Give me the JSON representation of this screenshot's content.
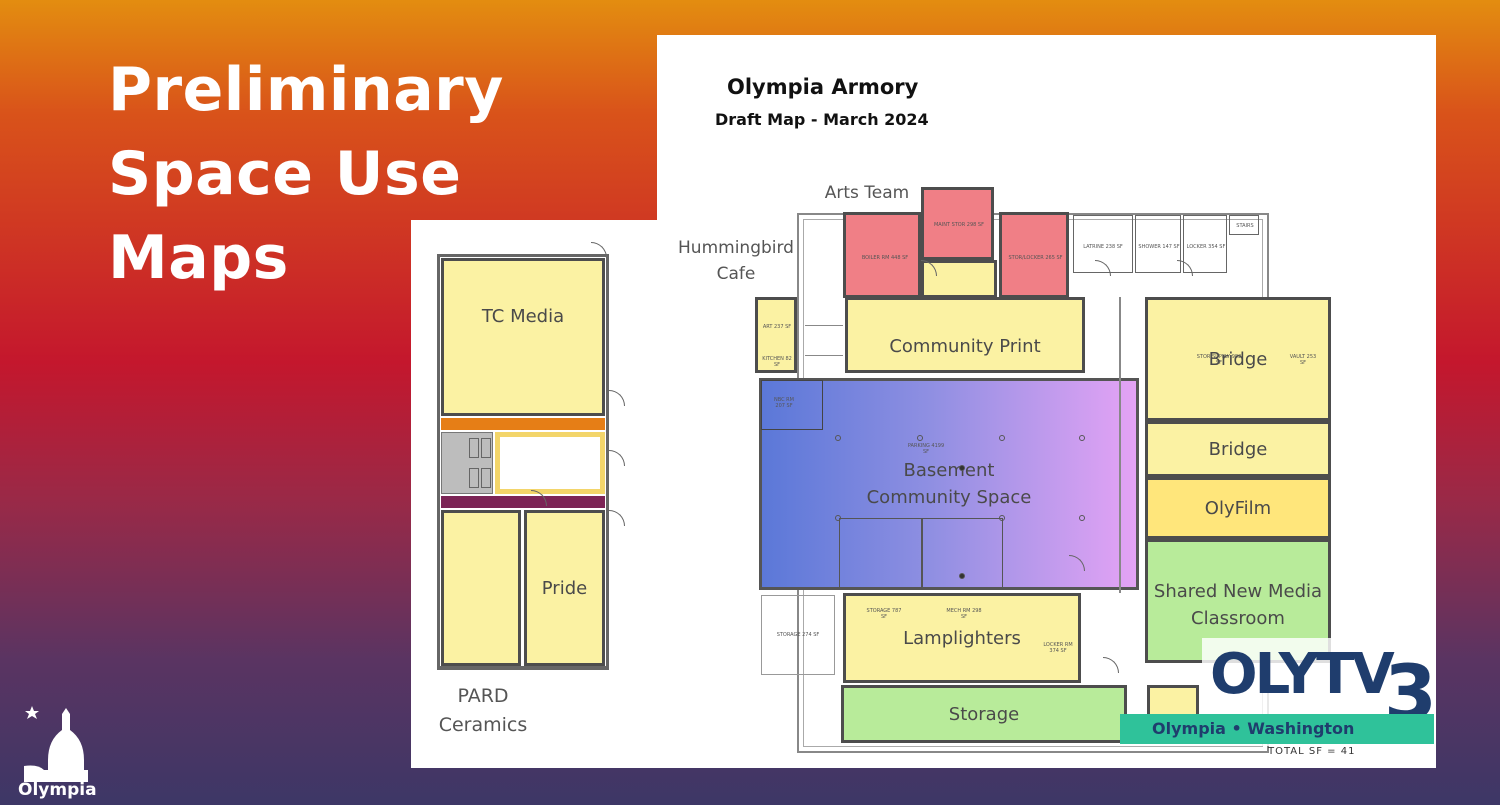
{
  "slide": {
    "title_lines": [
      "Preliminary",
      "Space Use",
      "Maps"
    ]
  },
  "left_map": {
    "rooms": {
      "tc_media": "TC Media",
      "pride": "Pride"
    },
    "pard": [
      "PARD",
      "Ceramics"
    ]
  },
  "right_map": {
    "title": "Olympia Armory",
    "subtitle": "Draft Map - March 2024",
    "outside_labels": {
      "arts_team": "Arts Team",
      "hummingbird": [
        "Hummingbird",
        "Cafe"
      ]
    },
    "rooms": {
      "community_print": "Community Print",
      "bridge_1": "Bridge",
      "bridge_2": "Bridge",
      "olyfilm": "OlyFilm",
      "basement": [
        "Basement",
        "Community Space"
      ],
      "shared_media": [
        "Shared New Media",
        "Classroom"
      ],
      "lamplighters": "Lamplighters",
      "storage": "Storage"
    },
    "small_labels": {
      "boiler": "BOILER RM 448 SF",
      "maint_top": "MAINT STOR 298 SF",
      "stor_locker": "STOR/LOCKER 265 SF",
      "latrine": "LATRINE 238 SF",
      "shower": "SHOWER 147 SF",
      "locker": "LOCKER 354 SF",
      "stairs": "STAIRS",
      "art": "ART 237 SF",
      "kitchen": "KITCHEN 82 SF",
      "nbc": "NBC RM 207 SF",
      "parking": "PARKING 4199 SF",
      "storage_left": "STORAGE 274 SF",
      "stor_supply": "STOR/SUPPLY 982 SF",
      "vault": "VAULT 253 SF",
      "storage_lamp": "STORAGE 787 SF",
      "mech": "MECH RM 298 SF",
      "locker_rm": "LOCKER RM 374 SF",
      "total": "TOTAL SF = 41"
    }
  },
  "watermark": {
    "brand": "OLYTV",
    "number": "3",
    "location": "Olympia • Washington"
  },
  "logo": {
    "text": "Olympia"
  },
  "colors": {
    "yellow_room": "#fbf2a3",
    "olyfilm_room": "#ffe67b",
    "green_room": "#b8eb9a",
    "red_room": "#f07f86",
    "basement_gradient": [
      "#5b78d8",
      "#e4a3f5"
    ],
    "olytv_blue": "#1f3d6d",
    "olytv_green": "#2fc29a"
  }
}
